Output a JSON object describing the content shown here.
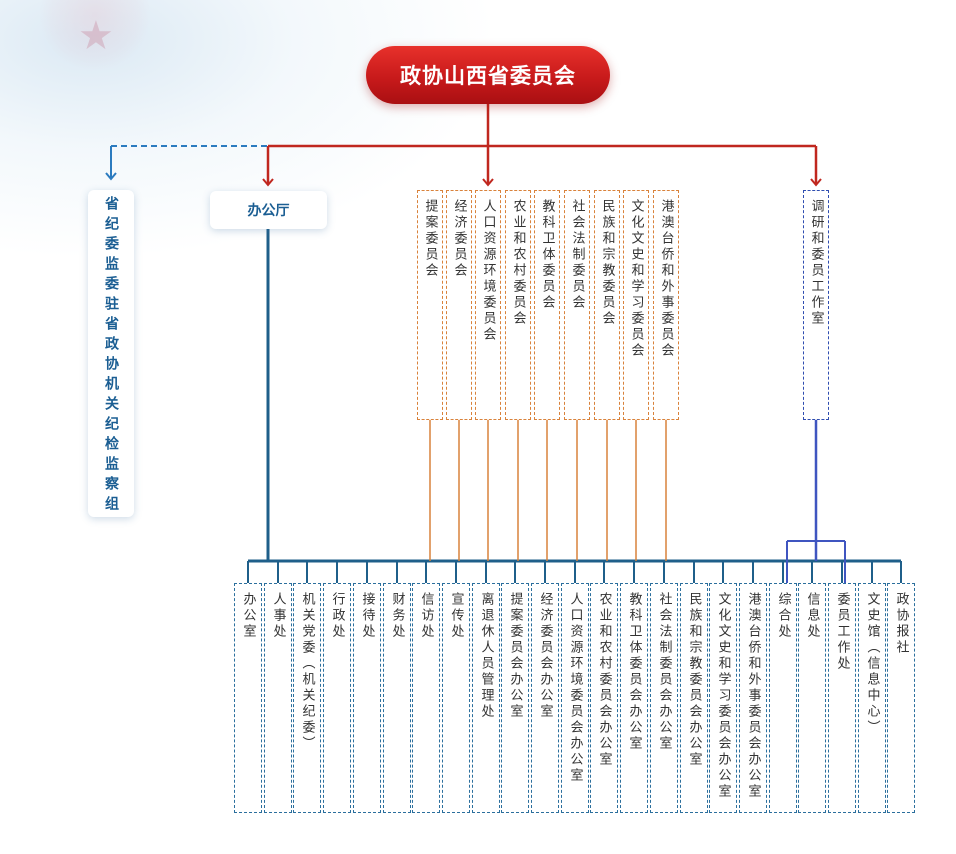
{
  "root": {
    "label": "政协山西省委员会"
  },
  "discipline_group": {
    "label": "省纪委监委驻省政协机关纪检监察组"
  },
  "office_hall": {
    "label": "办公厅"
  },
  "committees": [
    "提案委员会",
    "经济委员会",
    "人口资源环境委员会",
    "农业和农村委员会",
    "教科卫体委员会",
    "社会法制委员会",
    "民族和宗教委员会",
    "文化文史和学习委员会",
    "港澳台侨和外事委员会"
  ],
  "research_office": {
    "label": "调研和委员工作室"
  },
  "bureaus": [
    "办公室",
    "人事处",
    "机关党委（机关纪委）",
    "行政处",
    "接待处",
    "财务处",
    "信访处",
    "宣传处",
    "离退休人员管理处",
    "提案委员会办公室",
    "经济委员会办公室",
    "人口资源环境委员会办公室",
    "农业和农村委员会办公室",
    "教科卫体委员会办公室",
    "社会法制委员会办公室",
    "民族和宗教委员会办公室",
    "文化文史和学习委员会办公室",
    "港澳台侨和外事委员会办公室",
    "综合处",
    "信息处",
    "委员工作处",
    "文史馆（信息中心）",
    "政协报社"
  ],
  "colors": {
    "root_red": "#c81a1b",
    "main_line": "#c0271f",
    "discipline_dashed": "#2b7bbf",
    "office_line": "#1f5f8a",
    "committee_line": "#d9823b",
    "research_line": "#3f55c0"
  }
}
